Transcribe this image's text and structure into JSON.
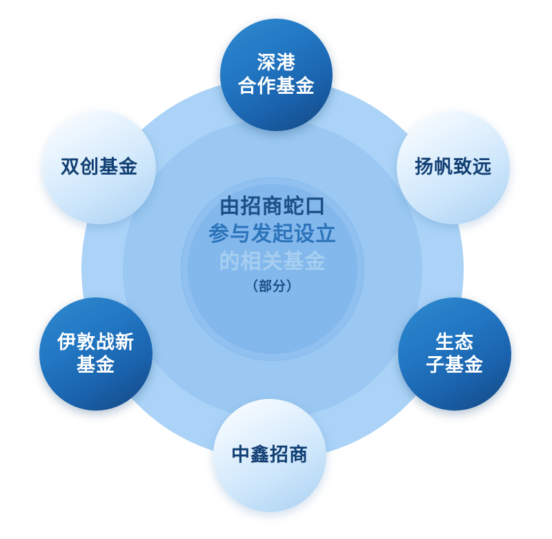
{
  "diagram": {
    "type": "hub-and-spoke-circular",
    "center": {
      "line1": "由招商蛇口",
      "line2": "参与发起设立",
      "line3": "的相关基金",
      "line4": "（部分）",
      "colors": {
        "line1": "#1b4f86",
        "line2": "#2d74bb",
        "line3": "#a6cef0",
        "line4": "#1b4f86"
      }
    },
    "rings": [
      {
        "name": "outer-ring",
        "color": "#abd3f7"
      },
      {
        "name": "middle-ring",
        "color": "#9ac8f2"
      },
      {
        "name": "inner-ring",
        "color": "#8fc0ef"
      },
      {
        "name": "core-disc",
        "color": "#83b8ec"
      }
    ],
    "nodes": [
      {
        "id": "top",
        "label": "深港\n合作基金",
        "style": "dark",
        "accent": "#1a62ad",
        "text_color": "#ffffff"
      },
      {
        "id": "upper-left",
        "label": "双创基金",
        "style": "light",
        "accent": "#cfe7fb",
        "text_color": "#123f73"
      },
      {
        "id": "upper-right",
        "label": "扬帆致远",
        "style": "light",
        "accent": "#cfe7fb",
        "text_color": "#123f73"
      },
      {
        "id": "lower-left",
        "label": "伊敦战新\n基金",
        "style": "dark",
        "accent": "#1a62ad",
        "text_color": "#ffffff"
      },
      {
        "id": "lower-right",
        "label": "生态\n子基金",
        "style": "dark",
        "accent": "#1a62ad",
        "text_color": "#ffffff"
      },
      {
        "id": "bottom",
        "label": "中鑫招商",
        "style": "light",
        "accent": "#cfe7fb",
        "text_color": "#123f73"
      }
    ]
  }
}
